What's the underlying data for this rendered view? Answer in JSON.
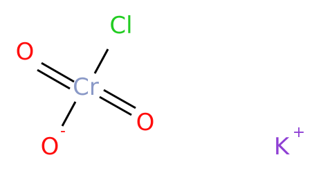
{
  "molecule": {
    "atoms": {
      "chlorine": "Cl",
      "chromium": "Cr",
      "oxygen_left": "O",
      "oxygen_right": "O",
      "oxygen_anion": "O",
      "potassium": "K"
    },
    "charges": {
      "oxygen_anion": "-",
      "potassium": "+"
    },
    "colors": {
      "chlorine": "#22cc22",
      "chromium": "#8a99c7",
      "oxygen": "#ff0d0d",
      "potassium": "#8f40d4",
      "bond": "#000000"
    }
  }
}
